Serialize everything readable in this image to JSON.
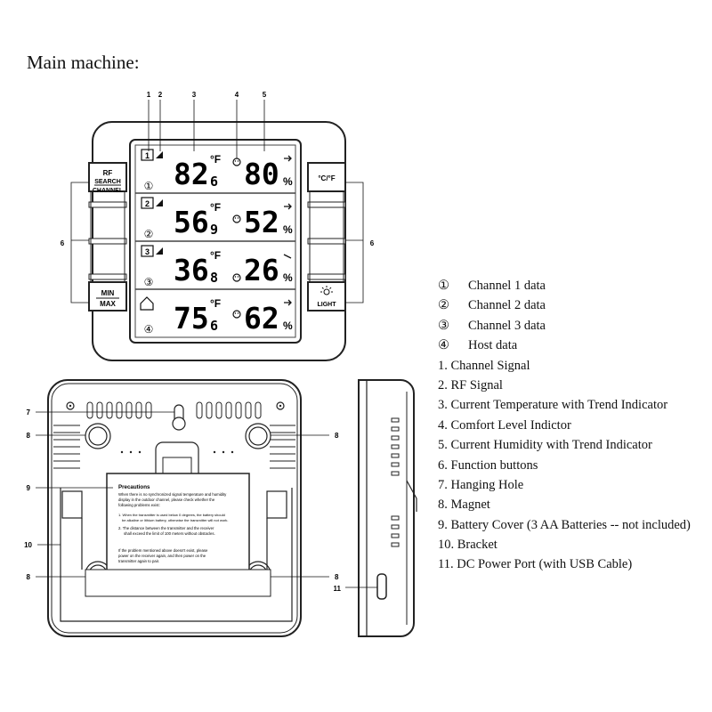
{
  "title": "Main machine:",
  "legend": [
    {
      "num": "①",
      "text": "Channel 1 data",
      "circled": true
    },
    {
      "num": "②",
      "text": "Channel 2 data",
      "circled": true
    },
    {
      "num": "③",
      "text": "Channel 3 data",
      "circled": true
    },
    {
      "num": "④",
      "text": "Host data",
      "circled": true
    },
    {
      "num": "1.",
      "text": "Channel Signal",
      "circled": false
    },
    {
      "num": "2.",
      "text": "RF Signal",
      "circled": false
    },
    {
      "num": "3.",
      "text": "Current Temperature with Trend Indicator",
      "circled": false
    },
    {
      "num": "4.",
      "text": "Comfort Level Indictor",
      "circled": false
    },
    {
      "num": "5.",
      "text": "Current Humidity with Trend Indicator",
      "circled": false
    },
    {
      "num": "6.",
      "text": "Function buttons",
      "circled": false
    },
    {
      "num": "7.",
      "text": "Hanging Hole",
      "circled": false
    },
    {
      "num": "8.",
      "text": "Magnet",
      "circled": false
    },
    {
      "num": "9.",
      "text": "Battery Cover (3 AA Batteries -- not included)",
      "circled": false
    },
    {
      "num": "10.",
      "text": "Bracket",
      "circled": false
    },
    {
      "num": "11.",
      "text": "DC Power Port (with USB Cable)",
      "circled": false
    }
  ],
  "callouts": {
    "c1": "1",
    "c2": "2",
    "c3": "3",
    "c4": "4",
    "c5": "5",
    "c6": "6",
    "c7": "7",
    "c8": "8",
    "c9": "9",
    "c10": "10",
    "c11": "11"
  },
  "buttons": {
    "rf_search": [
      "RF",
      "SEARCH",
      "CHANNEL"
    ],
    "min_max": [
      "MIN",
      "MAX"
    ],
    "unit": "°C/°F",
    "light": "LIGHT"
  },
  "display_rows": [
    {
      "channel": "1",
      "circle": "①",
      "temp_int": "82",
      "temp_dec": "6",
      "hum": "80"
    },
    {
      "channel": "2",
      "circle": "②",
      "temp_int": "56",
      "temp_dec": "9",
      "hum": "52"
    },
    {
      "channel": "3",
      "circle": "③",
      "temp_int": "36",
      "temp_dec": "8",
      "hum": "26"
    },
    {
      "channel": "",
      "circle": "④",
      "temp_int": "75",
      "temp_dec": "6",
      "hum": "62"
    }
  ],
  "units": {
    "temp": "°F",
    "hum": "%"
  },
  "precautions": {
    "title": "Precautions",
    "lines": [
      "When there is no synchronized signal temperature and humidity",
      "display in the outdoor channel, please check whether the",
      "following problems exist:",
      "1. When the transmitter is used below 0 degrees, the battery should",
      "be alkaline or lithium battery, otherwise the transmitter will not work.",
      "2. The distance between the transmitter and the receiver",
      "shall exceed the limit of 100 meters without obstacles.",
      "If the problem mentioned above doesn't exist, please",
      "power on the receiver again, and then power on the",
      "transmitter again to pair."
    ]
  }
}
